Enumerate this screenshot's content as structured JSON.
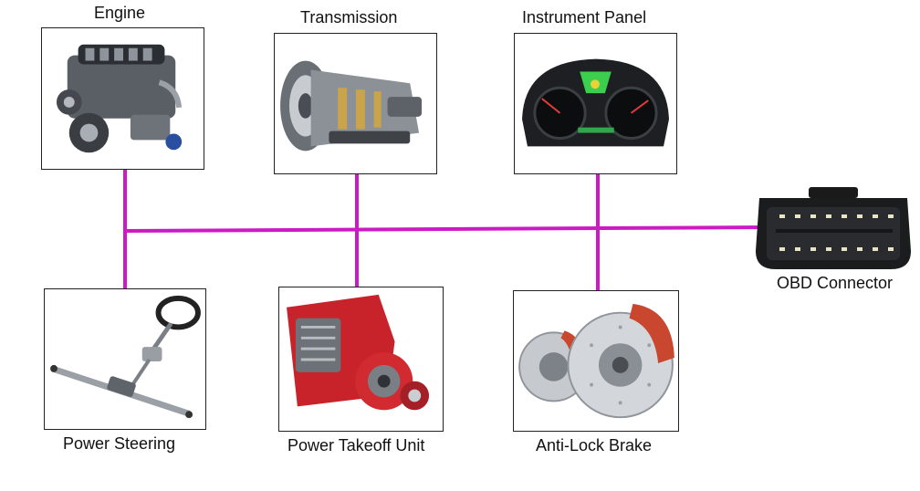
{
  "bus_color": "#cc1bc4",
  "labels": {
    "engine": "Engine",
    "transmission": "Transmission",
    "instrument_panel": "Instrument Panel",
    "obd_connector": "OBD Connector",
    "power_steering": "Power Steering",
    "power_takeoff": "Power Takeoff Unit",
    "anti_lock_brake": "Anti-Lock Brake"
  },
  "icons": {
    "engine": "engine-icon",
    "transmission": "transmission-icon",
    "instrument_panel": "instrument-panel-icon",
    "obd_connector": "obd-connector-icon",
    "power_steering": "power-steering-icon",
    "power_takeoff": "power-takeoff-icon",
    "anti_lock_brake": "brake-disc-icon"
  }
}
